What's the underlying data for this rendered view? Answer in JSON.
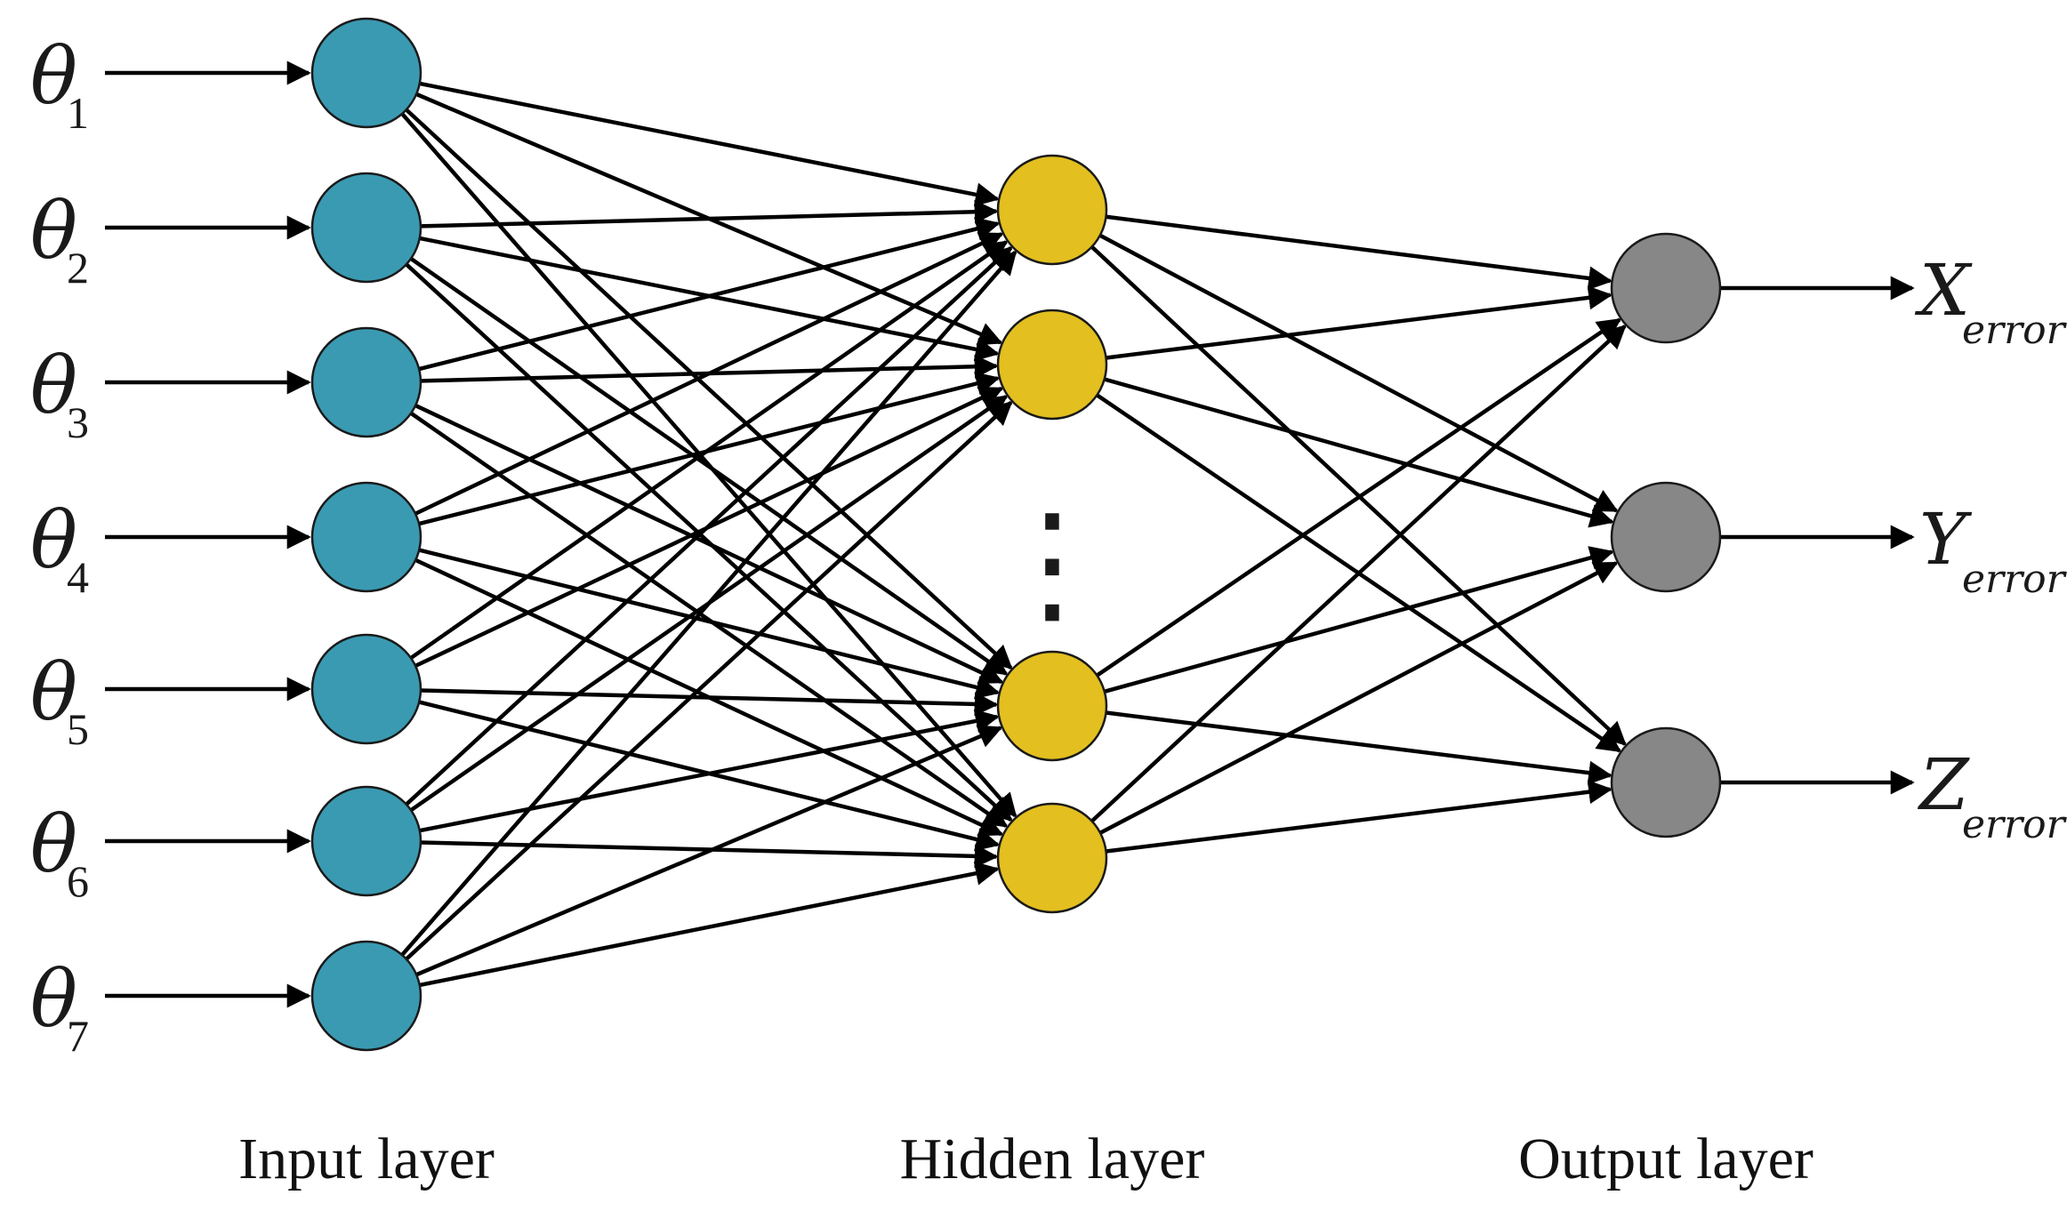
{
  "colors": {
    "background": "#ffffff",
    "input_node": "#3a9ab2",
    "hidden_node": "#e3bf1f",
    "output_node": "#878787",
    "edge": "#000000",
    "node_stroke": "#1a1a1a"
  },
  "inputs": [
    {
      "symbol": "θ",
      "subscript": "1"
    },
    {
      "symbol": "θ",
      "subscript": "2"
    },
    {
      "symbol": "θ",
      "subscript": "3"
    },
    {
      "symbol": "θ",
      "subscript": "4"
    },
    {
      "symbol": "θ",
      "subscript": "5"
    },
    {
      "symbol": "θ",
      "subscript": "6"
    },
    {
      "symbol": "θ",
      "subscript": "7"
    }
  ],
  "hidden": {
    "visible_node_count": 4,
    "ellipsis": "⋮"
  },
  "outputs": [
    {
      "symbol": "X",
      "subscript": "error"
    },
    {
      "symbol": "Y",
      "subscript": "error"
    },
    {
      "symbol": "Z",
      "subscript": "error"
    }
  ],
  "labels": {
    "input_layer": "Input layer",
    "hidden_layer": "Hidden layer",
    "output_layer": "Output layer"
  },
  "connectivity": "fully-connected"
}
